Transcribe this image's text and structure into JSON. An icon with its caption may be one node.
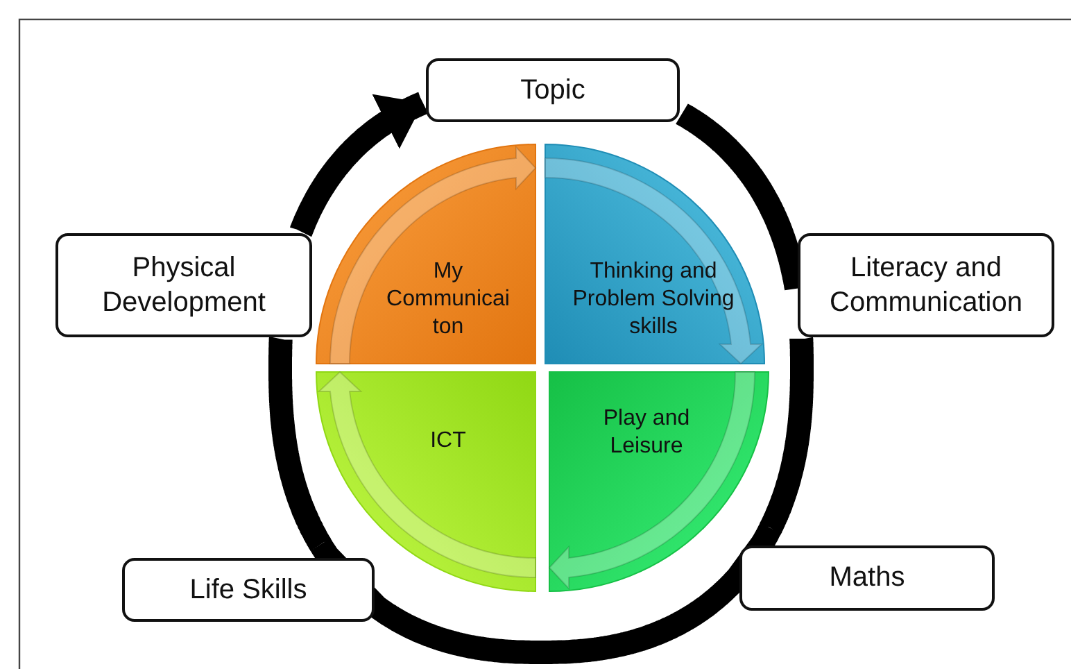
{
  "diagram": {
    "nodes": [
      {
        "text": [
          "Topic"
        ]
      },
      {
        "text": [
          "My Communicai ton"
        ]
      },
      {
        "text": [
          "Thinking and Problem Solving skills"
        ]
      },
      {
        "text": [
          "Physical Development"
        ]
      },
      {
        "text": [
          "Literacy and Communication"
        ]
      },
      {
        "text": [
          "ICT"
        ]
      },
      {
        "text": [
          "Play and Leisure"
        ]
      },
      {
        "text": [
          "Maths"
        ]
      },
      {
        "text": [
          "Life Skills"
        ]
      }
    ],
    "edges": [
      {
        "from": 0,
        "to": 4,
        "arrow": "none"
      },
      {
        "from": 4,
        "to": 7,
        "arrow": "none"
      },
      {
        "from": 7,
        "to": 8,
        "arrow": "none"
      },
      {
        "from": 8,
        "to": 3,
        "arrow": "none"
      },
      {
        "from": 3,
        "to": 0,
        "arrow": "to"
      }
    ]
  }
}
